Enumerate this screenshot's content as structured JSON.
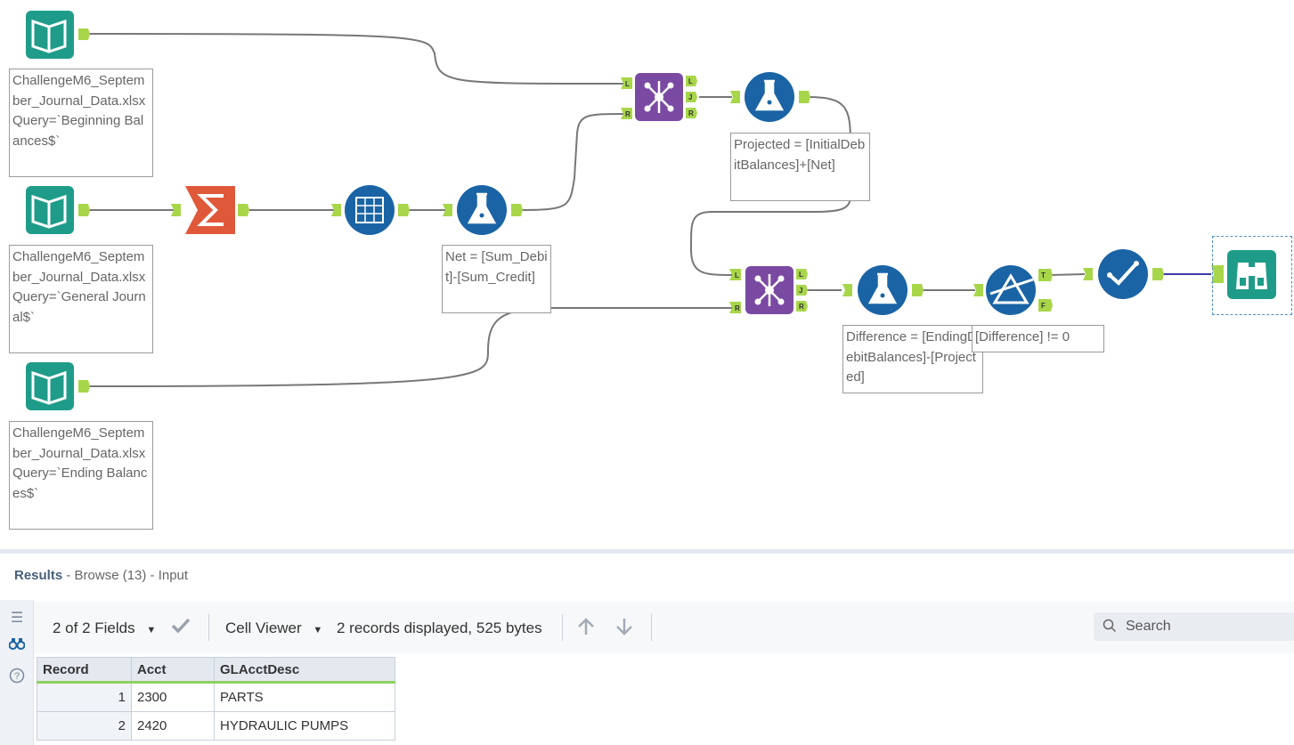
{
  "canvas": {
    "input1_annotation": "ChallengeM6_September_Journal_Data.xlsx\nQuery=`Beginning Balances$`",
    "input2_annotation": "ChallengeM6_September_Journal_Data.xlsx\nQuery=`General Journal$`",
    "input3_annotation": "ChallengeM6_September_Journal_Data.xlsx\nQuery=`Ending Balances$`",
    "formula_net": "Net = [Sum_Debit]-[Sum_Credit]",
    "formula_projected": "Projected = [InitialDebitBalances]+[Net]",
    "formula_difference": "Difference = [EndingDebitBalances]-[Projected]",
    "filter_expression": "[Difference] != 0",
    "anchor_L": "L",
    "anchor_R": "R",
    "anchor_J": "J",
    "anchor_T": "T",
    "anchor_F": "F"
  },
  "results": {
    "title": "Results",
    "subtitle": " - Browse (13) - Input"
  },
  "toolbar": {
    "fields_label": "2 of 2 Fields",
    "cell_viewer_label": "Cell Viewer",
    "records_info": "2 records displayed, 525 bytes",
    "search_placeholder": "Search"
  },
  "table": {
    "headers": [
      "Record",
      "Acct",
      "GLAcctDesc"
    ],
    "rows": [
      {
        "record": "1",
        "acct": "2300",
        "desc": "PARTS"
      },
      {
        "record": "2",
        "acct": "2420",
        "desc": "HYDRAULIC PUMPS"
      }
    ]
  },
  "colors": {
    "input_teal": "#1f9c89",
    "summarize_orange": "#e0583a",
    "formula_blue": "#1a64a6",
    "join_purple": "#7a4aa3",
    "anchor_green": "#a8d64a",
    "selection_blue": "#4a90c8"
  }
}
